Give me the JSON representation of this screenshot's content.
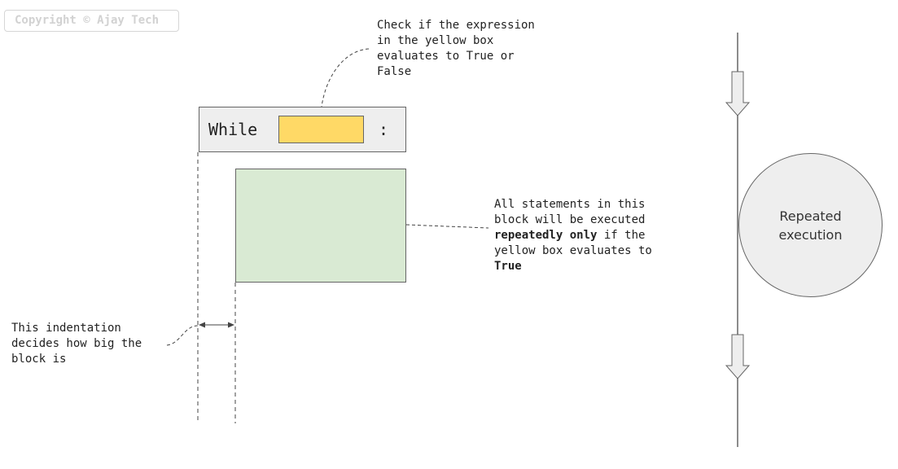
{
  "watermark": "Copyright © Ajay Tech",
  "code": {
    "keyword": "While",
    "colon": ":"
  },
  "notes": {
    "condition": "Check if the expression\nin the yellow box\nevaluates to True or\nFalse",
    "block": {
      "line1": "All statements in this",
      "line2": "block will be executed",
      "bold1": "repeatedly only",
      "after_bold1": " if the",
      "line4": "yellow box evaluates to",
      "bold2": "True"
    },
    "indent": "This indentation\ndecides how big the\nblock is"
  },
  "flow": {
    "label": "Repeated\nexecution"
  },
  "colors": {
    "condition_fill": "#ffd966",
    "block_fill": "#d9ead3",
    "header_fill": "#eeeeee",
    "circle_fill": "#eeeeee",
    "stroke": "#666666"
  }
}
